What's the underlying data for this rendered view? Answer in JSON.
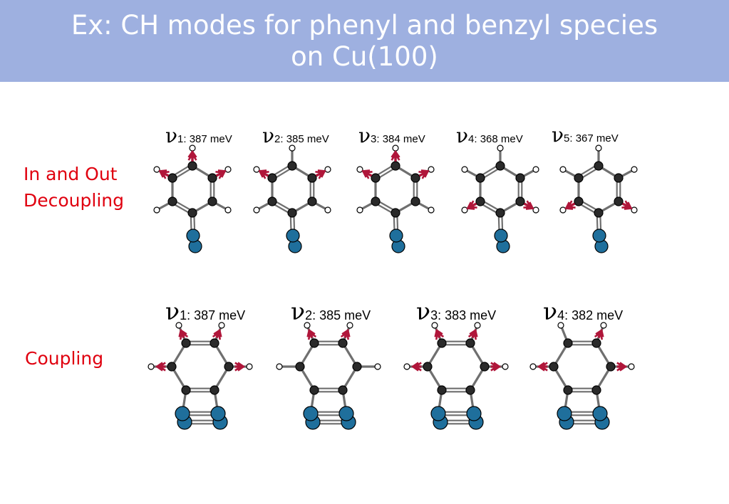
{
  "slide": {
    "title_line1": "Ex: CH modes for phenyl and benzyl species",
    "title_line2": "on Cu(100)"
  },
  "row1": {
    "label_line1": "In and Out",
    "label_line2": "Decoupling",
    "modes": [
      {
        "nu": "ν",
        "sub": "1",
        "rest": ": 387 meV"
      },
      {
        "nu": "ν",
        "sub": "2",
        "rest": ": 385 meV"
      },
      {
        "nu": "ν",
        "sub": "3",
        "rest": ": 384 meV"
      },
      {
        "nu": "ν",
        "sub": "4",
        "rest": ": 368 meV"
      },
      {
        "nu": "ν",
        "sub": "5",
        "rest": ": 367 meV"
      }
    ]
  },
  "row2": {
    "label": "Coupling",
    "modes": [
      {
        "nu": "ν",
        "sub": "1",
        "rest": ": 387 meV"
      },
      {
        "nu": "ν",
        "sub": "2",
        "rest": ": 385 meV"
      },
      {
        "nu": "ν",
        "sub": "3",
        "rest": ": 383 meV"
      },
      {
        "nu": "ν",
        "sub": "4",
        "rest": ": 382 meV"
      }
    ]
  },
  "colors": {
    "title_bar": "#9eb0e0",
    "label_red": "#e0000f",
    "carbon": "#2a2a2a",
    "hydrogen": "#ffffff",
    "copper": "#1f6f9c",
    "arrow": "#b0163a",
    "bond": "#6f6f6f"
  },
  "row1_arrows": [
    [
      "top",
      "left-top",
      "right-top"
    ],
    [
      "left-top",
      "right-top"
    ],
    [
      "top",
      "left-top",
      "right-top"
    ],
    [
      "left-bottom",
      "right-bottom"
    ],
    [
      "left-bottom",
      "right-bottom"
    ]
  ],
  "row2_arrows": [
    [
      "top-left",
      "top-right",
      "left",
      "right"
    ],
    [
      "top-left",
      "top-right"
    ],
    [
      "top-left",
      "top-right",
      "left",
      "right"
    ],
    [
      "top-right",
      "left",
      "right"
    ]
  ]
}
